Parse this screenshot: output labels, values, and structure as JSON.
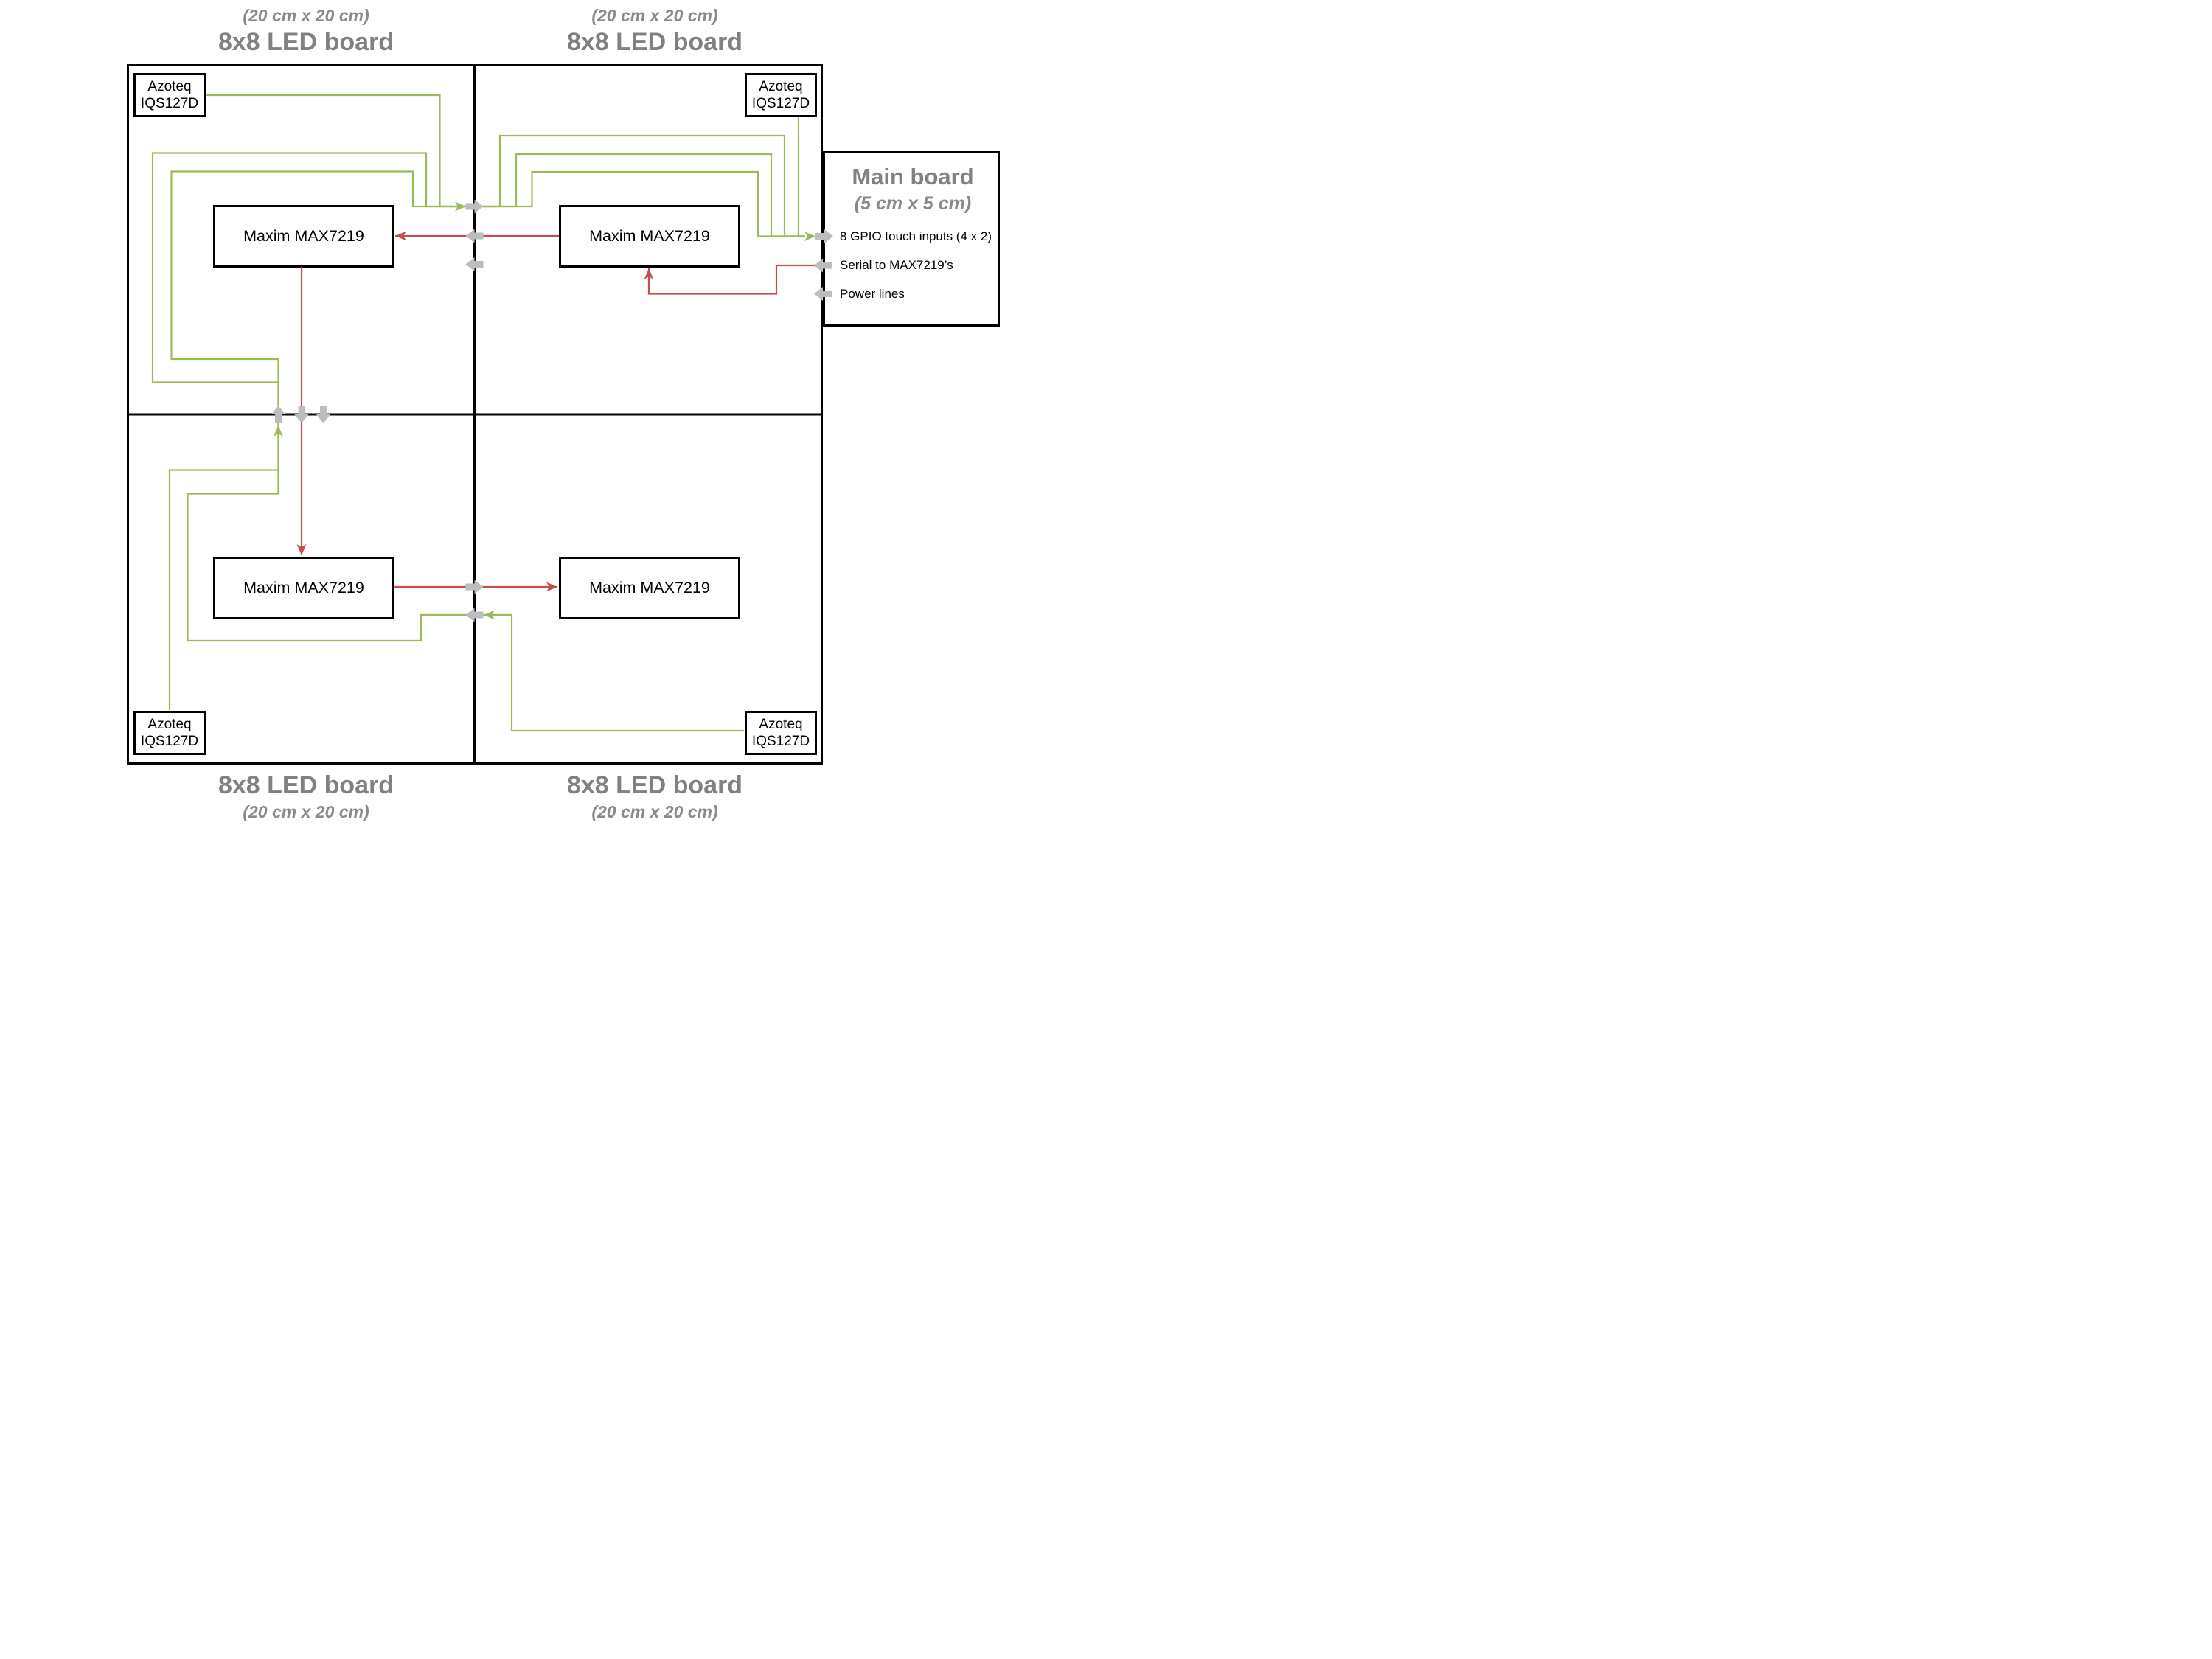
{
  "colors": {
    "green": "#9bbb59",
    "red": "#c0504d",
    "gray_arrow": "#bdbdbd",
    "title_gray": "#818181"
  },
  "led_board": {
    "title": "8x8 LED board",
    "size": "(20 cm x 20 cm)"
  },
  "main_board": {
    "title": "Main board",
    "size": "(5 cm x 5 cm)",
    "legend": [
      "8 GPIO touch inputs (4 x 2)",
      "Serial to MAX7219’s",
      "Power lines"
    ]
  },
  "chips": {
    "max": "Maxim MAX7219",
    "touch_line1": "Azoteq",
    "touch_line2": "IQS127D"
  }
}
